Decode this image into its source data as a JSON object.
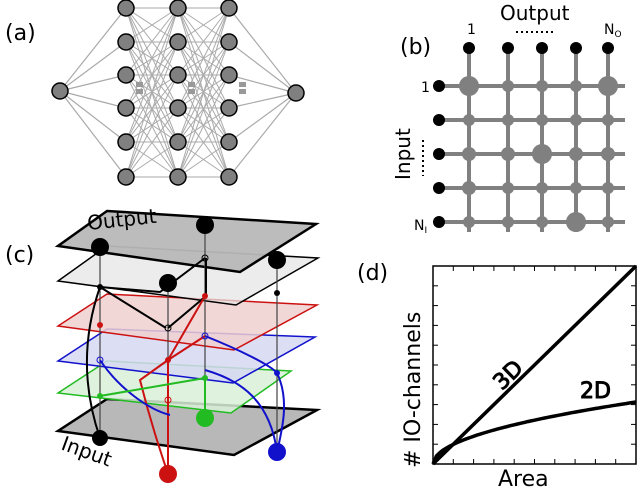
{
  "panels": {
    "a": {
      "label": "(a)"
    },
    "b": {
      "label": "(b)",
      "output_title": "Output",
      "col_first": "1",
      "col_last": "N",
      "col_last_sub": "O",
      "input_title": "Input",
      "row_first": "1",
      "row_last": "N",
      "row_last_sub": "I"
    },
    "c": {
      "label": "(c)",
      "output_title": "Output",
      "input_title": "Input"
    },
    "d": {
      "label": "(d)",
      "ylabel": "# IO-channels",
      "xlabel": "Area",
      "curve_3d": "3D",
      "curve_2d": "2D"
    }
  },
  "colors": {
    "node": "#808080",
    "edge_gray": "#aaaaaa",
    "black": "#000000",
    "red": "#cc1111",
    "blue": "#1111cc",
    "green": "#22bb22",
    "plane_gray": "#b8b8b8",
    "plane_red": "#f0d0d0",
    "plane_blue": "#d6d8f2",
    "plane_green": "#d8f0d8"
  }
}
